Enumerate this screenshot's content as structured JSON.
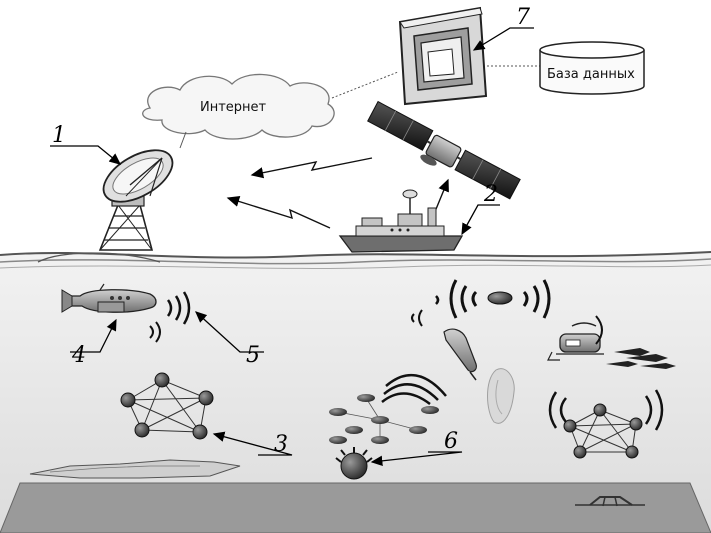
{
  "labels": {
    "internet": "Интернет",
    "database": "База данных"
  },
  "callouts": [
    "1",
    "2",
    "3",
    "4",
    "5",
    "6",
    "7"
  ],
  "colors": {
    "water": "#e4e4e4",
    "seabed": "#9a9a9a",
    "node": "#4a4a4a",
    "line": "#000000"
  }
}
